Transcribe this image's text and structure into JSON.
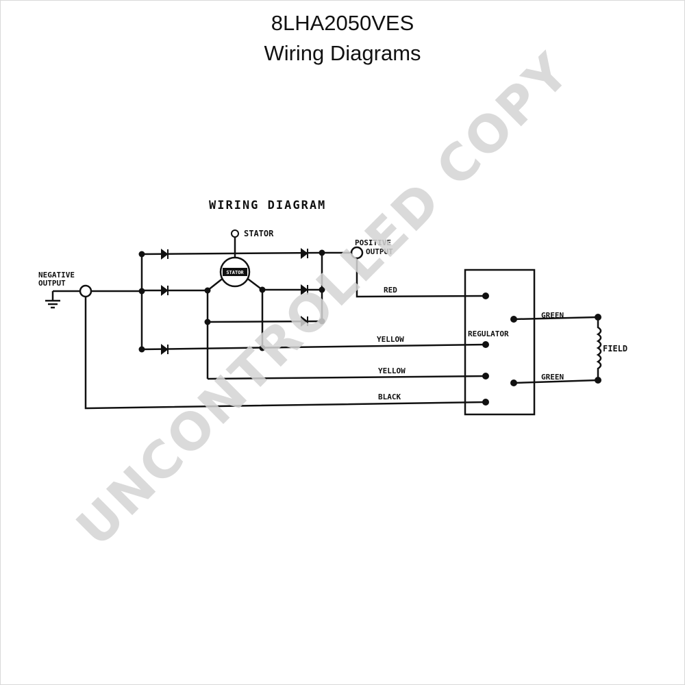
{
  "header": {
    "model": "8LHA2050VES",
    "subtitle": "Wiring Diagrams"
  },
  "diagram": {
    "title": "WIRING DIAGRAM",
    "labels": {
      "stator": "STATOR",
      "stator_core": "STATOR",
      "positive_1": "POSITIVE",
      "positive_2": "OUTPUT",
      "negative_1": "NEGATIVE",
      "negative_2": "OUTPUT",
      "red": "RED",
      "yellow_1": "YELLOW",
      "yellow_2": "YELLOW",
      "black": "BLACK",
      "regulator": "REGULATOR",
      "green_1": "GREEN",
      "green_2": "GREEN",
      "field": "FIELD"
    }
  },
  "watermark": "UNCONTROLLED COPY",
  "colors": {
    "ink": "#111111",
    "watermark": "#d4d4d4"
  }
}
